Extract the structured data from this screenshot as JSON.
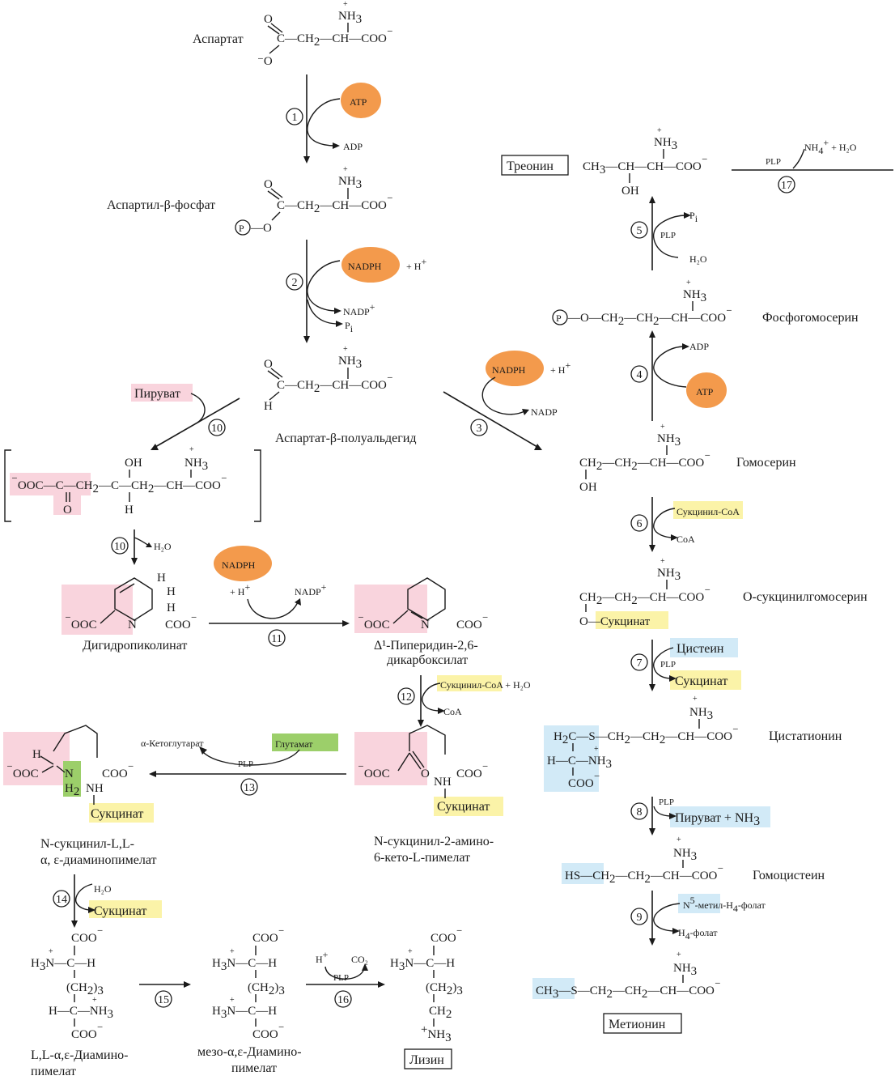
{
  "compounds": {
    "aspartate": "Аспартат",
    "aspartyl_phosphate": "Аспартил-β-фосфат",
    "aspartate_semialdehyde": "Аспартат-β-полуальдегид",
    "pyruvate": "Пируват",
    "dihydropicolinate": "Дигидропиколинат",
    "piperidine_1": "Δ¹-Пиперидин-2,6-",
    "piperidine_2": "дикарбоксилат",
    "succ_aminoketo_1": "N-сукцинил-2-амино-",
    "succ_aminoketo_2": "6-кето-L-пимелат",
    "succ_dap_1": "N-сукцинил-L,L-",
    "succ_dap_2": "α, ε-диаминопимелат",
    "ll_dap_1": "L,L-α,ε-Диамино-",
    "ll_dap_2": "пимелат",
    "meso_dap_1a": "мезо",
    "meso_dap_1b": "-α,ε-Диамино-",
    "meso_dap_2": "пимелат",
    "lysine": "Лизин",
    "threonine": "Треонин",
    "phosphohomoserine": "Фосфогомосерин",
    "homoserine": "Гомосерин",
    "o_succinylhomoserine": "О-сукцинилгомосерин",
    "cystathionine": "Цистатионин",
    "homocysteine": "Гомоцистеин",
    "methionine": "Метионин",
    "alpha_ketoglutarate": "α-Кетоглутарат",
    "glutamate": "Глутамат",
    "succinate": "Сукцинат",
    "cysteine": "Цистеин",
    "succinyl": "Сукцинил",
    "coa": "-CoA",
    "coa_plain": "CoA",
    "n5_methyl_folate": "-метил-H",
    "h4_folate": "-фолат",
    "folate_suffix": "-фолат",
    "pyruvate_nh3": "Пируват + NH"
  },
  "cofactors": {
    "atp": "ATP",
    "adp": "ADP",
    "nadph": "NADPH",
    "nadp": "NADP",
    "hplus": "+ H",
    "h2o": "H₂O",
    "pi": "P",
    "plp": "PLP",
    "co2": "CO₂",
    "hplus_short": "H",
    "nh4_h2o": "NH",
    "plus_h2o": " + H₂O",
    "plus_h2o_2": "+ H₂O"
  },
  "steps": [
    "1",
    "2",
    "3",
    "4",
    "5",
    "6",
    "7",
    "8",
    "9",
    "10",
    "11",
    "12",
    "13",
    "14",
    "15",
    "16",
    "17"
  ],
  "atoms": {
    "o": "O",
    "o_minus": "⁻O",
    "c": "C",
    "h": "H",
    "oh": "OH",
    "n": "N",
    "s": "S",
    "p": "P",
    "ch2": "CH",
    "ch": "CH",
    "coo": "COO",
    "ooc": "OOC",
    "nh3": "NH",
    "nh": "NH",
    "h3n": "H",
    "hs": "HS",
    "ch3": "CH",
    "h2c": "H",
    "plus": "+",
    "minus": "⁻",
    "two": "2",
    "three": "3",
    "four": "4",
    "i": "i",
    "ch2_3": "(CH",
    "five": "5"
  },
  "colors": {
    "pink": "#f9d4dd",
    "yellow": "#fbf3a8",
    "blue": "#d2eaf7",
    "green": "#9ccf6a",
    "cofactor_orange": "#f39a4c"
  }
}
